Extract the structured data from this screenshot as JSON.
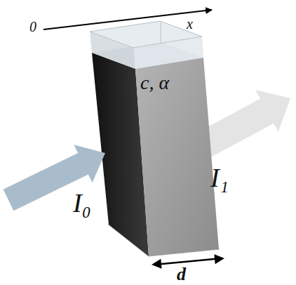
{
  "diagram": {
    "labels": [
      "0",
      "x",
      "c, α",
      "I₀",
      "I₁",
      "d"
    ]
  }
}
